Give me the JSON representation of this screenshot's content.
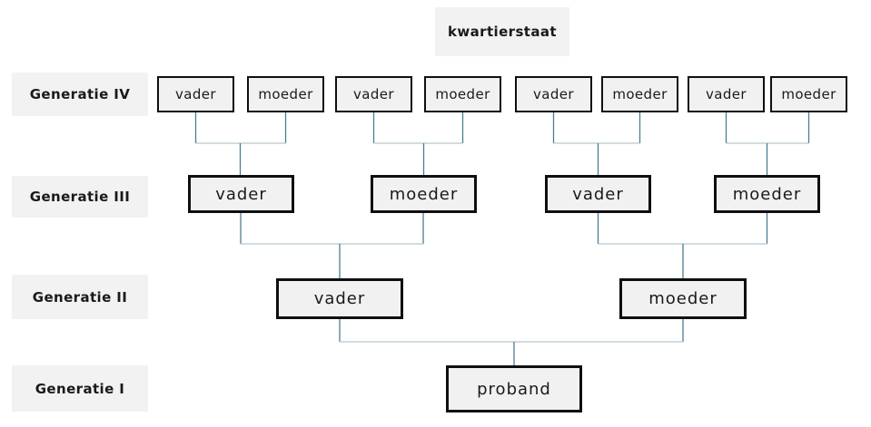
{
  "title": "kwartierstaat",
  "generations": [
    {
      "label": "Generatie IV",
      "nodes": [
        "vader",
        "moeder",
        "vader",
        "moeder",
        "vader",
        "moeder",
        "vader",
        "moeder"
      ]
    },
    {
      "label": "Generatie III",
      "nodes": [
        "vader",
        "moeder",
        "vader",
        "moeder"
      ]
    },
    {
      "label": "Generatie II",
      "nodes": [
        "vader",
        "moeder"
      ]
    },
    {
      "label": "Generatie I",
      "nodes": [
        "proband"
      ]
    }
  ],
  "colors": {
    "box_fill": "#f1f1f1",
    "box_border": "#0f0f0f",
    "label_bg": "#f2f2f2",
    "text": "#1a1a1a",
    "line_vertical": "#4d7d94",
    "line_horizontal": "#b7c6ce",
    "background": "#ffffff"
  }
}
